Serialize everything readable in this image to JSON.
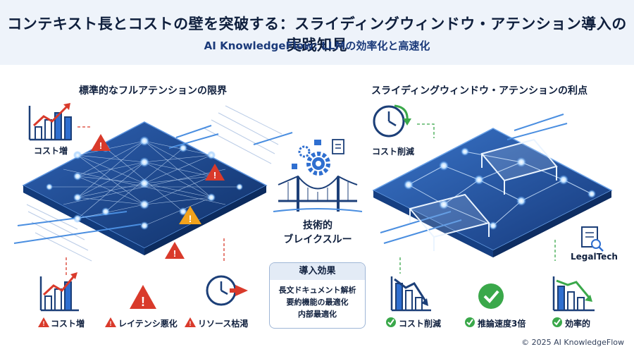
{
  "header": {
    "title": "コンテキスト長とコストの壁を突破する：スライディングウィンドウ・アテンション導入の実践知見",
    "subtitle": "AI KnowledgeFlow: LLMの効率化と高速化"
  },
  "left": {
    "section_title": "標準的なフルアテンションの限界",
    "top_label": "コスト増",
    "bottom_items": [
      {
        "label": "コスト増"
      },
      {
        "label": "レイテンシ悪化"
      },
      {
        "label": "リソース枯渇"
      }
    ]
  },
  "center": {
    "label_line1": "技術的",
    "label_line2": "ブレイクスルー",
    "effects_title": "導入効果",
    "effects": [
      "長文ドキュメント解析",
      "要約機能の最適化",
      "内部最適化"
    ]
  },
  "right": {
    "section_title": "スライディングウィンドウ・アテンションの利点",
    "top_label": "コスト削減",
    "legal_label": "LegalTech",
    "bottom_items": [
      {
        "label": "コスト削減"
      },
      {
        "label": "推論速度3倍"
      },
      {
        "label": "効率的"
      }
    ]
  },
  "footer": {
    "copyright": "© 2025 AI KnowledgeFlow"
  },
  "colors": {
    "navy": "#1c3f78",
    "blue": "#2f6fd0",
    "red": "#d93a2b",
    "orange": "#f2a21b",
    "green": "#3aa84a"
  }
}
